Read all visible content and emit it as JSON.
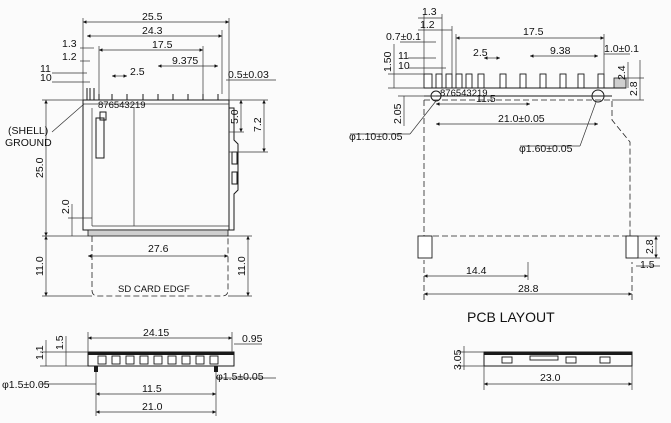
{
  "front_view": {
    "dims_top": [
      "25.5",
      "24.3",
      "17.5",
      "1.3",
      "1.2",
      "2.5",
      "9.375",
      "0.5±0.03"
    ],
    "pin_labels": [
      "11",
      "10"
    ],
    "pin_numbers": "876543219",
    "dims_right": [
      "5.0",
      "7.2",
      "11.0"
    ],
    "dims_left": [
      "25.0",
      "2.0",
      "11.0"
    ],
    "shell_ground": [
      "(SHELL)",
      "GROUND"
    ],
    "width_bottom": "27.6",
    "card_edge": "SD CARD EDGF"
  },
  "pcb_layout": {
    "dims_top": [
      "1.3",
      "1.2",
      "0.7±0.1",
      "17.5",
      "2.5",
      "9.38",
      "1.0±0.1"
    ],
    "dims_left": [
      "1.50",
      "2.05"
    ],
    "pin_labels": [
      "11",
      "10"
    ],
    "pin_numbers": "876543219",
    "dims_right": [
      "2.8",
      "2.4",
      "2.8",
      "1.5"
    ],
    "dims_mid": [
      "11.5",
      "21.0±0.05"
    ],
    "holes": [
      "φ1.10±0.05",
      "φ1.60±0.05"
    ],
    "dims_bottom": [
      "14.4",
      "28.8"
    ],
    "title": "PCB LAYOUT"
  },
  "bottom_view": {
    "dims_top": [
      "24.15",
      "0.95"
    ],
    "dims_left": [
      "1.1",
      "1.5"
    ],
    "holes": [
      "φ1.5±0.05",
      "φ1.5±0.05"
    ],
    "dims_bottom": [
      "11.5",
      "21.0"
    ]
  },
  "side_view": {
    "height": "3.05",
    "width": "23.0"
  }
}
